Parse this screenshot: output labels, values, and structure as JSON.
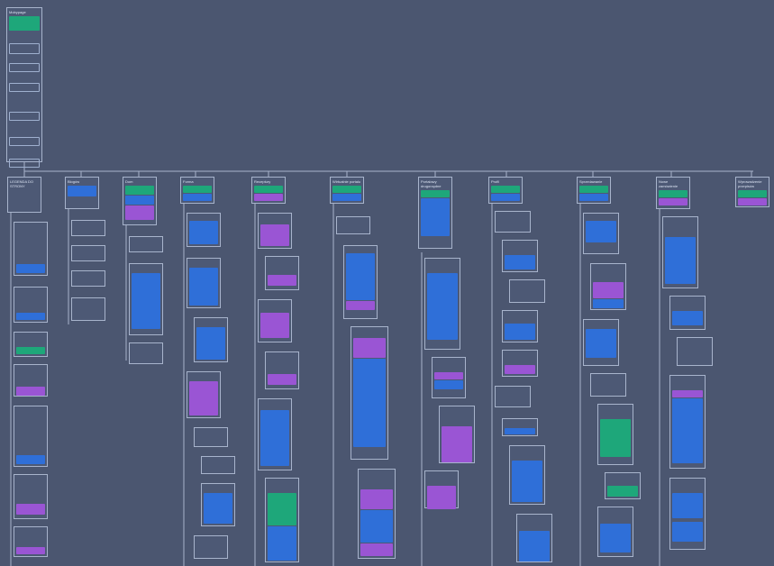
{
  "top_node": {
    "title": "Mobypage"
  },
  "top_level": [
    {
      "id": "legend",
      "title": "LEGENDA DO STRONY"
    },
    {
      "id": "blog",
      "title": "Blogów"
    },
    {
      "id": "dom",
      "title": "Dom"
    },
    {
      "id": "forma",
      "title": "Forma"
    },
    {
      "id": "receptury",
      "title": "Receptury"
    },
    {
      "id": "wirt",
      "title": "Wirtualnie portalu"
    },
    {
      "id": "portalowe",
      "title": "Portalowy drugorzędne"
    },
    {
      "id": "profil",
      "title": "Profil"
    },
    {
      "id": "sprzedaz",
      "title": "Sprzedawanie"
    },
    {
      "id": "nowe",
      "title": "Nowe zamówienie"
    },
    {
      "id": "wprow",
      "title": "Wprowadzenie przepisów"
    }
  ],
  "colors": {
    "background": "#4b5670",
    "chip_blue": "#2f6fd8",
    "chip_green": "#1ea77a",
    "chip_purple": "#9a55d4",
    "line": "#a8b4cc"
  }
}
